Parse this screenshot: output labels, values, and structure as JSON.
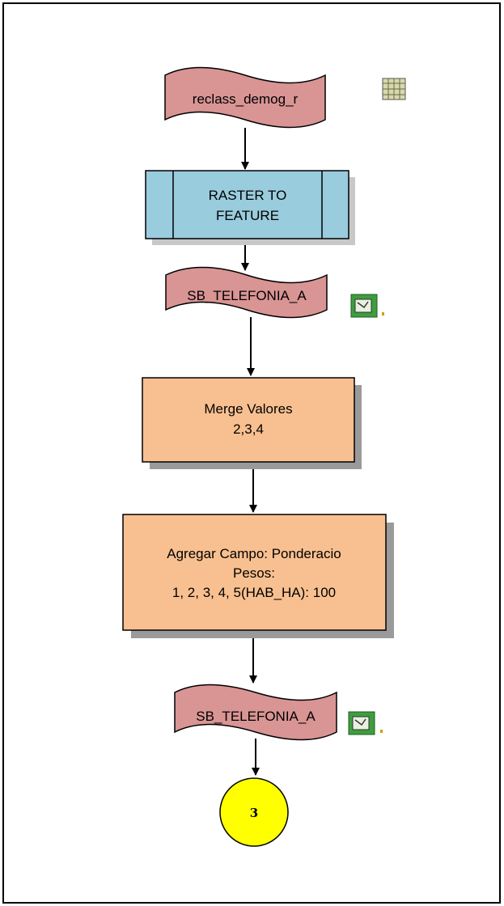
{
  "diagram": {
    "nodes": [
      {
        "id": "input-raster",
        "kind": "data",
        "lines": [
          "reclass_demog_r"
        ],
        "icon": "raster-grid-icon"
      },
      {
        "id": "raster-to-feature",
        "kind": "tool",
        "lines": [
          "RASTER TO",
          "FEATURE"
        ]
      },
      {
        "id": "output-feature-1",
        "kind": "data",
        "lines": [
          "SB_TELEFONIA_A"
        ],
        "icon": "feature-class-icon"
      },
      {
        "id": "merge-values",
        "kind": "process",
        "lines": [
          "Merge Valores",
          "2,3,4"
        ]
      },
      {
        "id": "add-field",
        "kind": "process",
        "lines": [
          "Agregar Campo: Ponderacio",
          "Pesos:",
          "1, 2, 3, 4, 5(HAB_HA):  100"
        ]
      },
      {
        "id": "output-feature-2",
        "kind": "data",
        "lines": [
          "SB_TELEFONIA_A"
        ],
        "icon": "feature-class-icon"
      },
      {
        "id": "connector",
        "kind": "connector",
        "lines": [
          "3"
        ]
      }
    ],
    "edges": [
      [
        "input-raster",
        "raster-to-feature"
      ],
      [
        "raster-to-feature",
        "output-feature-1"
      ],
      [
        "output-feature-1",
        "merge-values"
      ],
      [
        "merge-values",
        "add-field"
      ],
      [
        "add-field",
        "output-feature-2"
      ],
      [
        "output-feature-2",
        "connector"
      ]
    ],
    "colors": {
      "data_fill": "#d99494",
      "tool_fill": "#99ccdd",
      "process_fill": "#f8c090",
      "connector_fill": "#ffff00",
      "shadow": "#9a9a9a"
    }
  }
}
